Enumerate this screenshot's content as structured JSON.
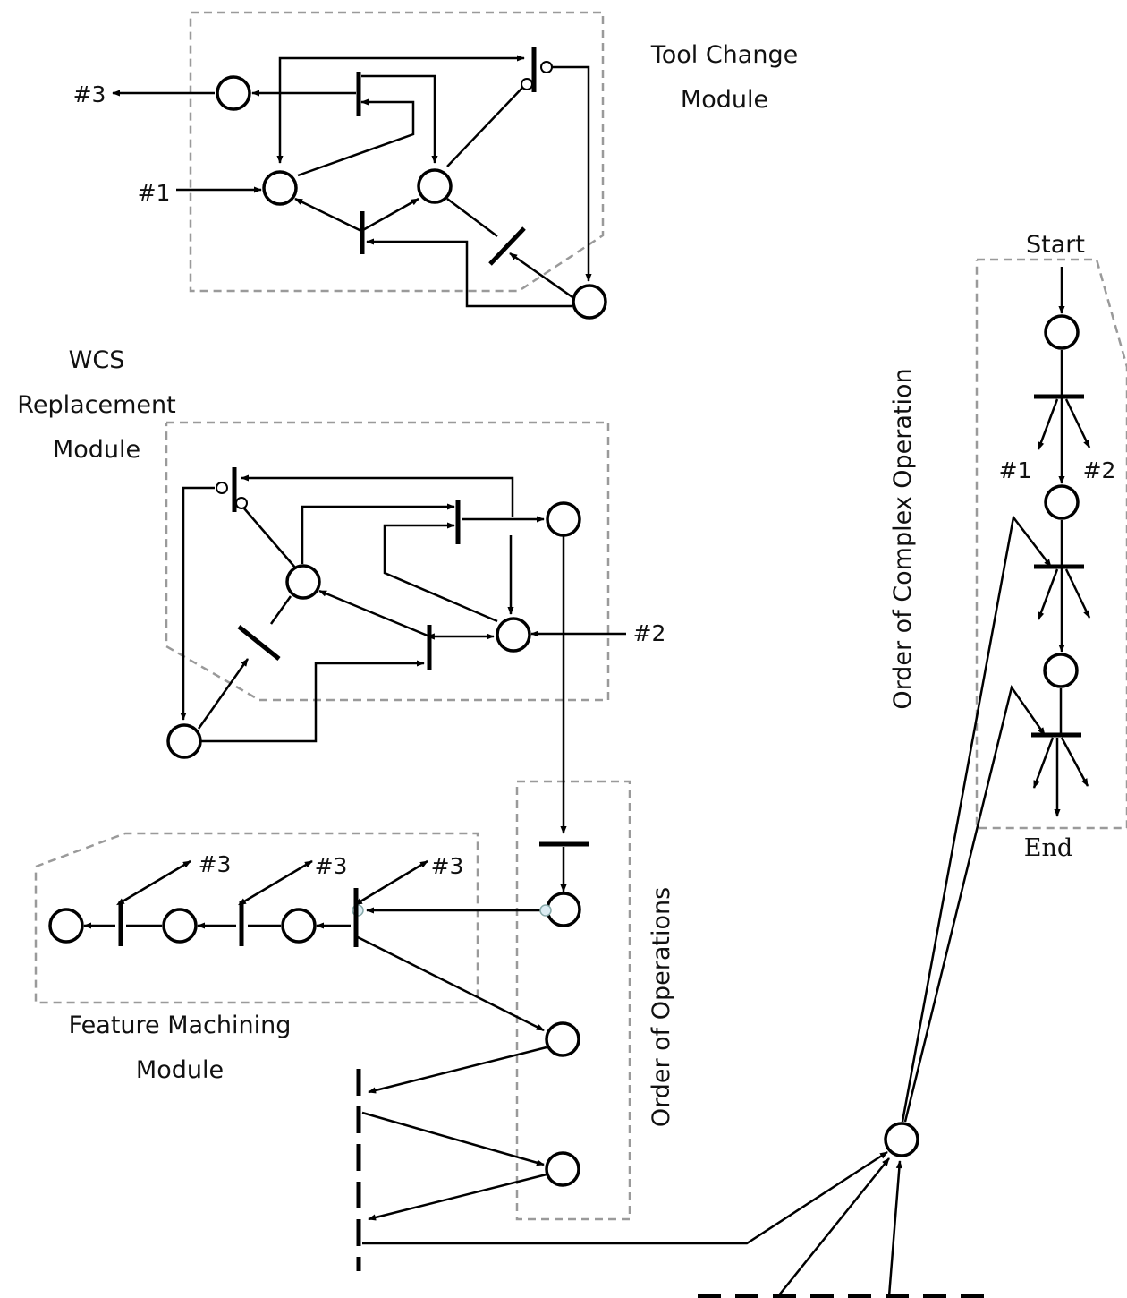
{
  "modules": {
    "tool_change": {
      "line1": "Tool Change",
      "line2": "Module"
    },
    "wcs": {
      "line1": "WCS",
      "line2": "Replacement",
      "line3": "Module"
    },
    "feature": {
      "line1": "Feature Machining",
      "line2": "Module"
    },
    "order_ops": "Order of Operations",
    "order_complex": "Order of Complex Operation"
  },
  "terminals": {
    "start": "Start",
    "end": "End"
  },
  "refs": {
    "r1": "#1",
    "r2": "#2",
    "r3": "#3"
  }
}
